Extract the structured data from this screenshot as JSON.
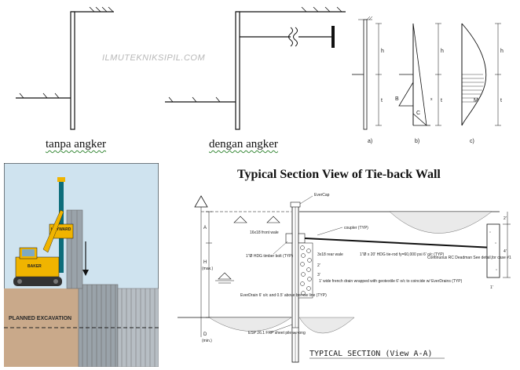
{
  "top": {
    "watermark": "ILMUTEKNIKSIPIL.COM",
    "caption_left": "tanpa angker",
    "caption_right": "dengan angker",
    "diagram_labels": {
      "h": "h",
      "t": "t",
      "B": "B",
      "C": "C",
      "M": "M",
      "x": "x",
      "panel_a": "a)",
      "panel_b": "b)",
      "panel_c": "c)"
    }
  },
  "rig": {
    "brand_line1": "HAYWARD",
    "brand_line2": "BAKER",
    "label": "PLANNED EXCAVATION",
    "colors": {
      "sky": "#cfe3ef",
      "soil": "#c9a98a",
      "machine": "#f0b400",
      "frame": "#0d6d7a"
    }
  },
  "section": {
    "title": "Typical Section View of Tie-back Wall",
    "subtitle": "TYPICAL SECTION (View A-A)",
    "labels": {
      "evercap": "EverCap",
      "coupler": "coupler (TYP)",
      "front_wale": "16x18 front wale",
      "hdg_bolt": "1\"Ø HDG timber bolt (TYP)",
      "rear_wale": "3x18 rear wale",
      "tie_rod": "1\"Ø x 20' HDG tie-rod fy=60,000 psi 6' o/c (TYP)",
      "deadman": "Continuous RC Deadman See detail for case #1",
      "everdrain": "EverDrain 6' o/c and 0.5' above borrow line (TYP)",
      "french_drain": "1' wide french drain wrapped with geotextile 6' o/c to coincide w/ EverDrains (TYP)",
      "sheet_pile": "ESP 26.1 FRP sheet pile 9L long",
      "dim_h": "H",
      "dim_max": "(max.)",
      "dim_a": "A",
      "dim_d": "D",
      "dim_min": "(min.)",
      "dim_2ft": "2'",
      "dim_3ft": "3'",
      "dim_1ft": "1'",
      "dim_4ft": "4'"
    }
  }
}
